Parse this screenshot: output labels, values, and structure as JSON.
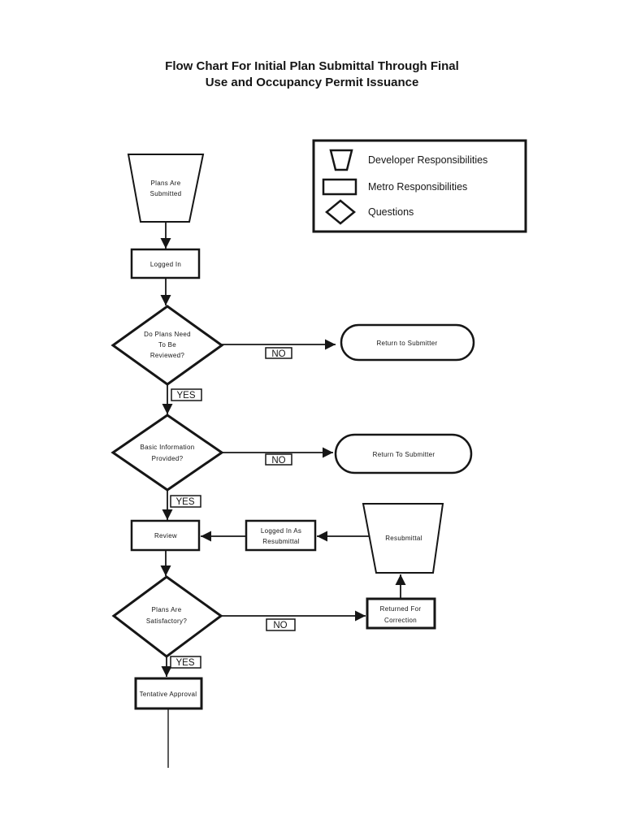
{
  "title": {
    "line1": "Flow Chart For Initial Plan Submittal Through Final",
    "line2": "Use and Occupancy Permit Issuance"
  },
  "legend": {
    "items": [
      {
        "icon": "trapezoid",
        "label": "Developer Responsibilities"
      },
      {
        "icon": "rectangle",
        "label": "Metro Responsibilities"
      },
      {
        "icon": "diamond",
        "label": "Questions"
      }
    ]
  },
  "flow": {
    "plans_submitted": {
      "line1": "Plans Are",
      "line2": "Submitted"
    },
    "logged_in": {
      "label": "Logged In"
    },
    "need_review": {
      "line1": "Do Plans Need",
      "line2": "To Be",
      "line3": "Reviewed?"
    },
    "return_to_submitter_1": {
      "label": "Return to Submitter"
    },
    "basic_info": {
      "line1": "Basic Information",
      "line2": "Provided?"
    },
    "return_to_submitter_2": {
      "label": "Return To Submitter"
    },
    "review": {
      "label": "Review"
    },
    "logged_in_as_resubmittal": {
      "line1": "Logged In As",
      "line2": "Resubmittal"
    },
    "resubmittal": {
      "label": "Resubmittal"
    },
    "satisfactory": {
      "line1": "Plans Are",
      "line2": "Satisfactory?"
    },
    "returned_for_correction": {
      "line1": "Returned For",
      "line2": "Correction"
    },
    "tentative_approval": {
      "label": "Tentative Approval"
    }
  },
  "edge_labels": {
    "yes": "YES",
    "no": "NO"
  },
  "colors": {
    "ink": "#161616",
    "paper": "#ffffff"
  }
}
